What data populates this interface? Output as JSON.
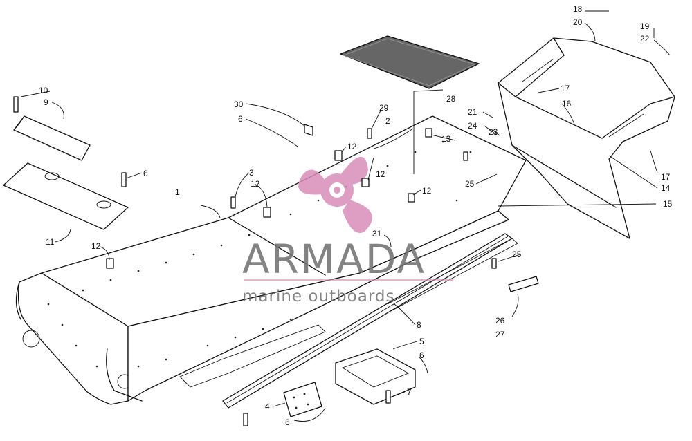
{
  "diagram": {
    "callouts": [
      "1",
      "2",
      "3",
      "4",
      "5",
      "6",
      "7",
      "8",
      "9",
      "10",
      "11",
      "12",
      "13",
      "14",
      "15",
      "16",
      "17",
      "18",
      "19",
      "20",
      "21",
      "22",
      "23",
      "24",
      "25",
      "26",
      "27",
      "28",
      "29",
      "30",
      "31"
    ]
  },
  "watermark": {
    "brand": "ARMADA",
    "tagline": "marine outboards",
    "logo_color": "#d98cb8",
    "text_color": "#6e6e6e"
  }
}
